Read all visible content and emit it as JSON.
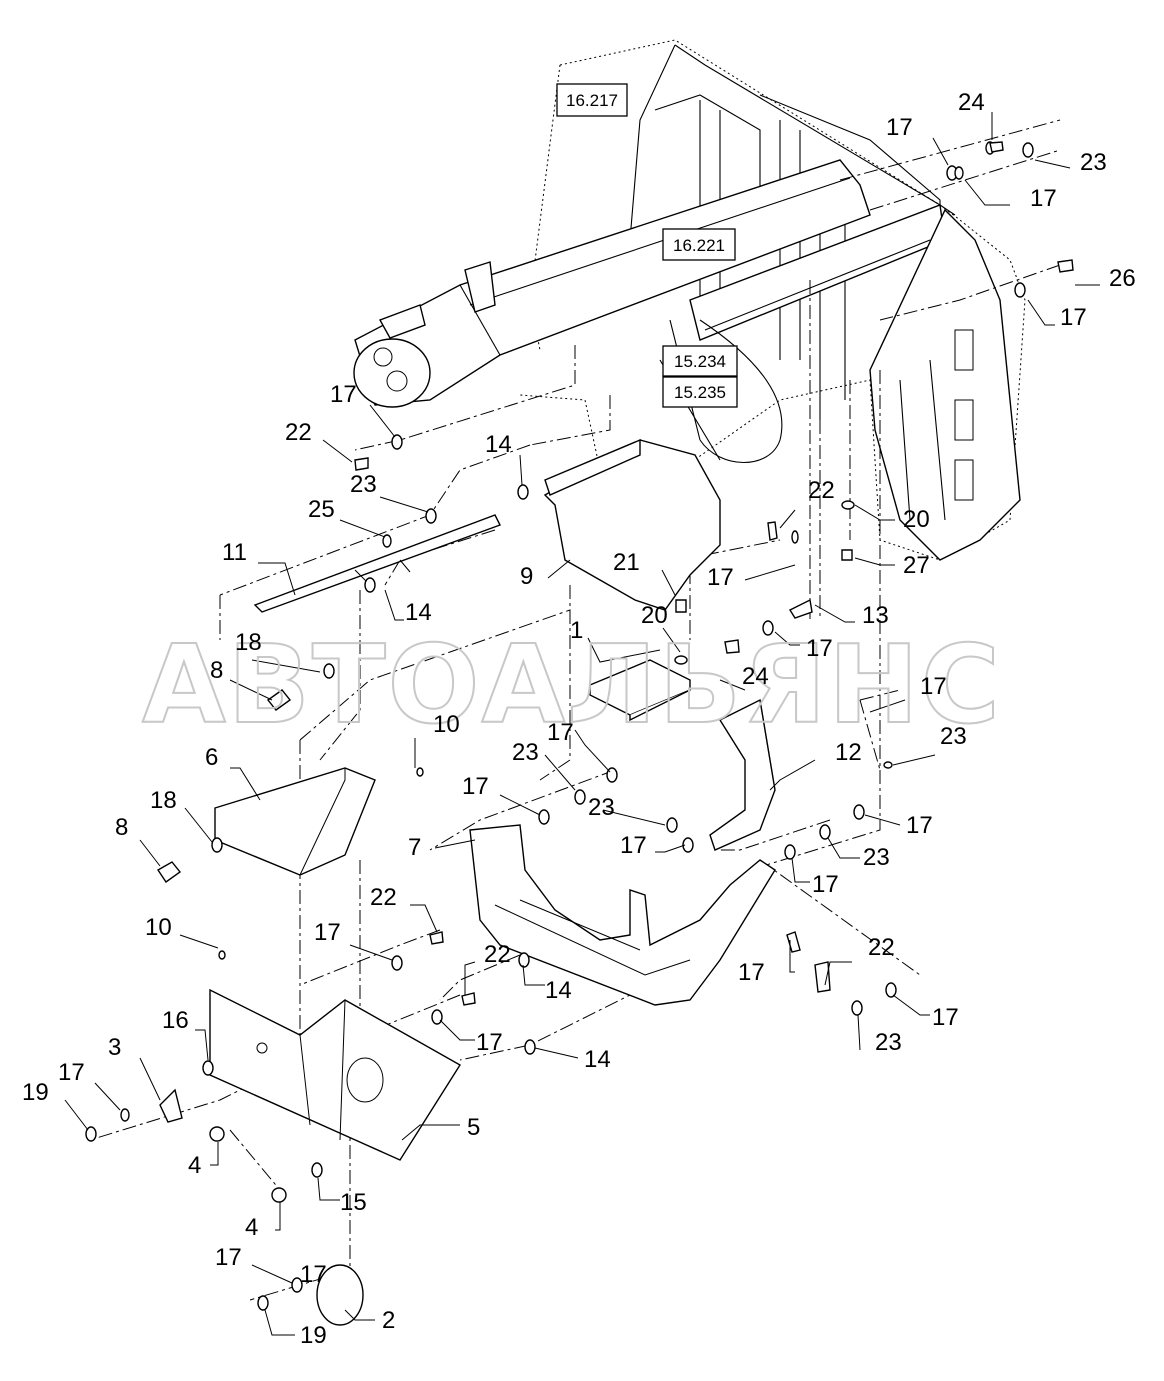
{
  "watermark": "АВТОАЛЬЯНС",
  "references": [
    "16.217",
    "16.221",
    "15.234",
    "15.235"
  ],
  "callouts": [
    "24",
    "17",
    "23",
    "17",
    "26",
    "17",
    "17",
    "22",
    "14",
    "23",
    "25",
    "11",
    "14",
    "9",
    "21",
    "17",
    "22",
    "20",
    "27",
    "13",
    "17",
    "1",
    "20",
    "24",
    "18",
    "8",
    "10",
    "17",
    "6",
    "18",
    "8",
    "23",
    "17",
    "17",
    "23",
    "12",
    "17",
    "17",
    "23",
    "7",
    "17",
    "23",
    "17",
    "22",
    "22",
    "10",
    "17",
    "22",
    "14",
    "17",
    "23",
    "17",
    "16",
    "3",
    "17",
    "19",
    "17",
    "14",
    "5",
    "4",
    "4",
    "15",
    "17",
    "2",
    "19"
  ]
}
